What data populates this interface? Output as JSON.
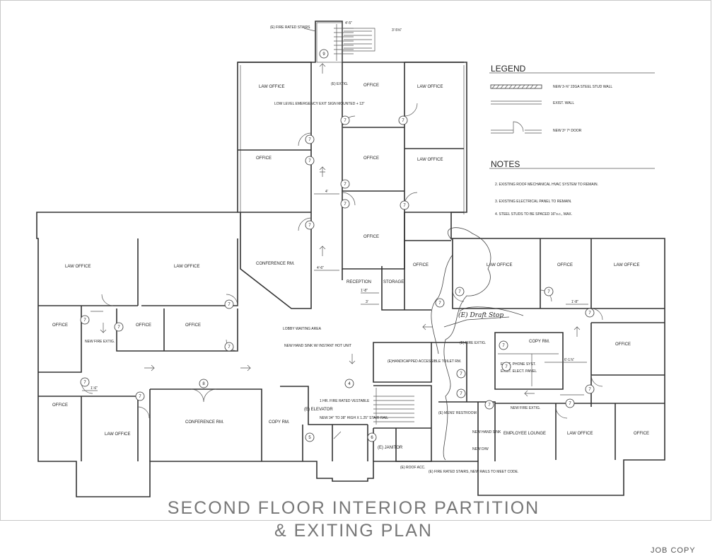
{
  "rooms": {
    "law_office": "LAW OFFICE",
    "office": "OFFICE",
    "conference": "CONFERENCE RM.",
    "reception": "RECEPTION",
    "storage": "STORAGE",
    "copy": "COPY RM.",
    "employee_lounge": "EMPLOYEE LOUNGE",
    "elevator": "(E) ELEVATOR",
    "janitor": "(E) JANITOR",
    "lobby": "LOBBY WAITING AREA",
    "restroom_ha": "(E)HANDICAPPED ACCESSIBLE TOILET RM.",
    "restroom_mens": "(E) MENS' RESTROOM"
  },
  "notes_callouts": {
    "fire_stairs": "(E) FIRE RATED STAIRS",
    "exit_sign": "LOW LEVEL EMERGENCY EXIT SIGN MOUNTED + 13\"",
    "exting": "(E) EXTIG.",
    "new_fire_exting": "NEW FIRE EXTIG.",
    "fire_exting": "(E) FIRE EXTIG.",
    "hand_sink": "NEW HAND SINK W/ INSTANT HOT UNIT",
    "vestibule": "1 HR. FIRE RATED VESTABLE",
    "stair_rail": "NEW 34\" TO 38\" HIGH X 1.25\" STAIR RAIL",
    "phone": "EXIST. PHONE SYST.",
    "elect": "EXIST. ELECT. PANEL",
    "roof_acc": "(E) ROOF ACC.",
    "stairs_rails": "(E) FIRE RATED STAIRS, NEW RAILS TO MEET CODE.",
    "new_hand_sink": "NEW HAND SINK",
    "new_dw": "NEW D/W",
    "draft_stop": "(E) Draft Stop"
  },
  "door_tags": [
    "7",
    "8",
    "9",
    "4",
    "5",
    "6"
  ],
  "legend": {
    "heading": "LEGEND",
    "items": [
      {
        "label": "NEW 3-⅝\" 22GA STEEL STUD WALL"
      },
      {
        "label": "EXIST. WALL"
      },
      {
        "label": "NEW 3⁰ 7⁰ DOOR"
      }
    ]
  },
  "notes": {
    "heading": "NOTES",
    "items": [
      "2.  EXISTING ROOF MECHANICAL HVAC SYSTEM TO REMAIN.",
      "3.  EXISTING ELECTRICAL PANEL TO REMAIN.",
      "4.  STEEL STUDS TO BE SPACED 16\"o.c., MAX."
    ]
  },
  "title": {
    "line1": "SECOND FLOOR INTERIOR PARTITION",
    "line2": "& EXITING PLAN"
  },
  "stamp": "JOB COPY"
}
